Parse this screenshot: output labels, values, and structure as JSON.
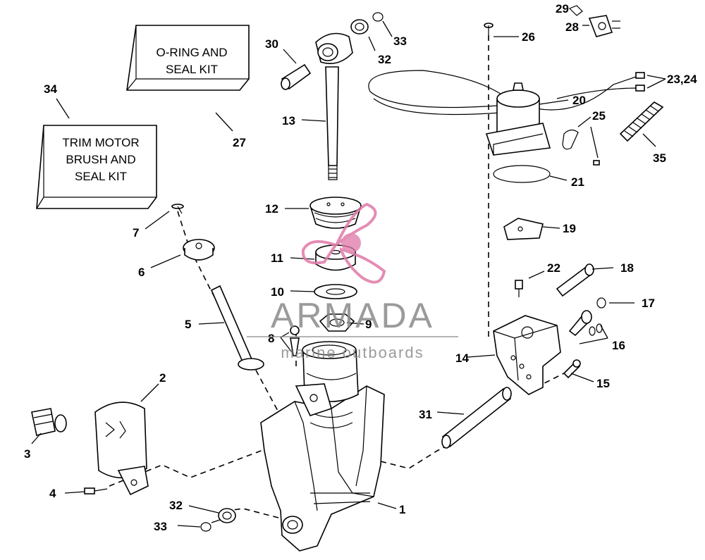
{
  "kits": {
    "oring": {
      "line1": "O-RING AND",
      "line2": "SEAL KIT"
    },
    "trim": {
      "line1": "TRIM MOTOR",
      "line2": "BRUSH AND",
      "line3": "SEAL KIT"
    }
  },
  "callouts": {
    "n1": "1",
    "n2": "2",
    "n3": "3",
    "n4": "4",
    "n5": "5",
    "n6": "6",
    "n7": "7",
    "n8": "8",
    "n9": "9",
    "n10": "10",
    "n11": "11",
    "n12": "12",
    "n13": "13",
    "n14": "14",
    "n15": "15",
    "n16": "16",
    "n17": "17",
    "n18": "18",
    "n19": "19",
    "n20": "20",
    "n21": "21",
    "n22": "22",
    "n23_24": "23,24",
    "n25": "25",
    "n26": "26",
    "n27": "27",
    "n28": "28",
    "n29": "29",
    "n30": "30",
    "n31": "31",
    "n32a": "32",
    "n32b": "32",
    "n33a": "33",
    "n33b": "33",
    "n34": "34",
    "n35": "35"
  },
  "watermark": {
    "brand": "ARMADA",
    "tagline": "marine outboards",
    "color": "#e07aa8"
  }
}
